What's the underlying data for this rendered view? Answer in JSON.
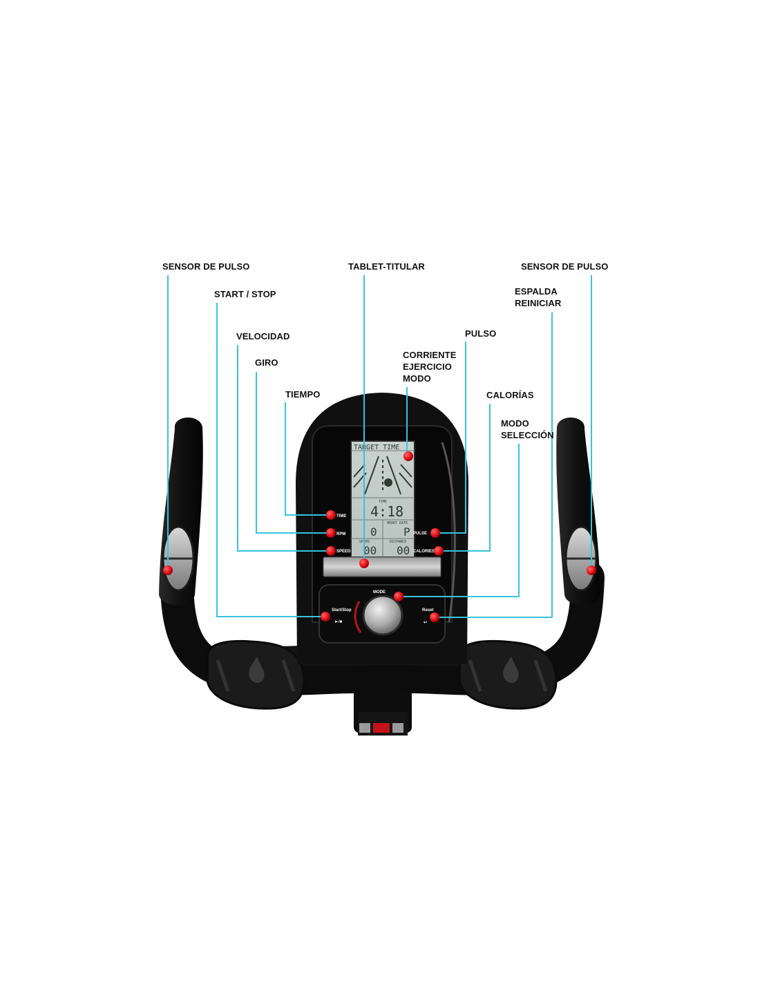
{
  "labels": {
    "sensor_pulse_left": "SENSOR DE PULSO",
    "start_stop": "START / STOP",
    "velocidad": "VELOCIDAD",
    "giro": "GIRO",
    "tiempo": "TIEMPO",
    "tablet_holder": "TABLET-TITULAR",
    "current_mode": [
      "CORRIENTE",
      "EJERCICIO",
      "MODO"
    ],
    "pulso": "PULSO",
    "sensor_pulse_right": "SENSOR DE PULSO",
    "back_reset": [
      "ESPALDA",
      "REINICIAR"
    ],
    "calorias": "CALORÍAS",
    "mode_selection": [
      "MODO",
      "SELECCIÓN"
    ]
  },
  "console": {
    "lcd_header": "TARGET TIME",
    "lcd_time_caption": "TIME",
    "lcd_time_value": "4:18",
    "lcd_heart_caption": "HEART RATE",
    "lcd_rpm_value": "0",
    "lcd_heart_value": "P",
    "lcd_speed_caption": "SPEED",
    "lcd_distance_caption": "DISTANCE",
    "lcd_speed_value": "00",
    "lcd_distance_value": "00",
    "key_time": "TIME",
    "key_rpm": "RPM",
    "key_speed": "SPEED",
    "key_pulse": "PULSE",
    "key_calories": "CALORIES",
    "btn_start_stop": "Start/Stop",
    "btn_start_stop_symbol": "►/■",
    "btn_reset": "Reset",
    "btn_reset_symbol": "↩",
    "btn_mode": "MODE"
  },
  "colors": {
    "leader_line": "#37c3df",
    "marker": "#e8121b",
    "frame": "#141414"
  }
}
